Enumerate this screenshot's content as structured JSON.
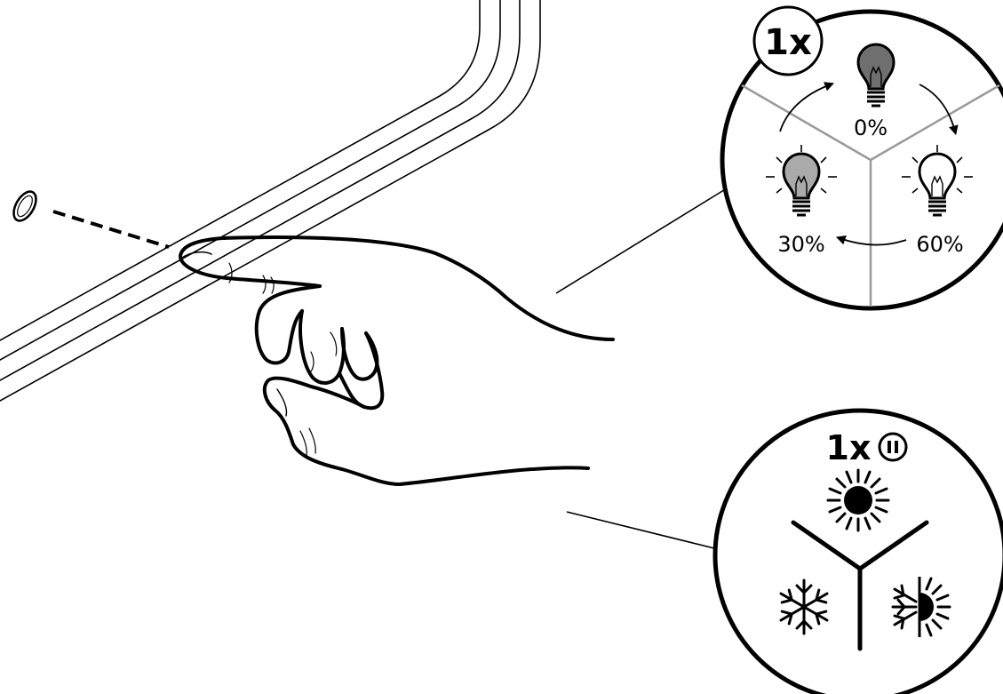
{
  "press_count_top": "1x",
  "press_count_bottom": "1x",
  "brightness_levels": [
    {
      "label": "0%",
      "bulb": "bulb-off-icon",
      "fill": "#6f6f6f"
    },
    {
      "label": "60%",
      "bulb": "bulb-bright-icon",
      "fill": "#ffffff"
    },
    {
      "label": "30%",
      "bulb": "bulb-dim-icon",
      "fill": "#aaaaaa"
    }
  ],
  "color_modes": [
    {
      "icon": "sun-icon"
    },
    {
      "icon": "snowflake-icon"
    },
    {
      "icon": "half-sun-icon"
    }
  ],
  "pause_icon": "pause-icon",
  "colors": {
    "line": "#000000",
    "divider": "#9a9a9a"
  }
}
